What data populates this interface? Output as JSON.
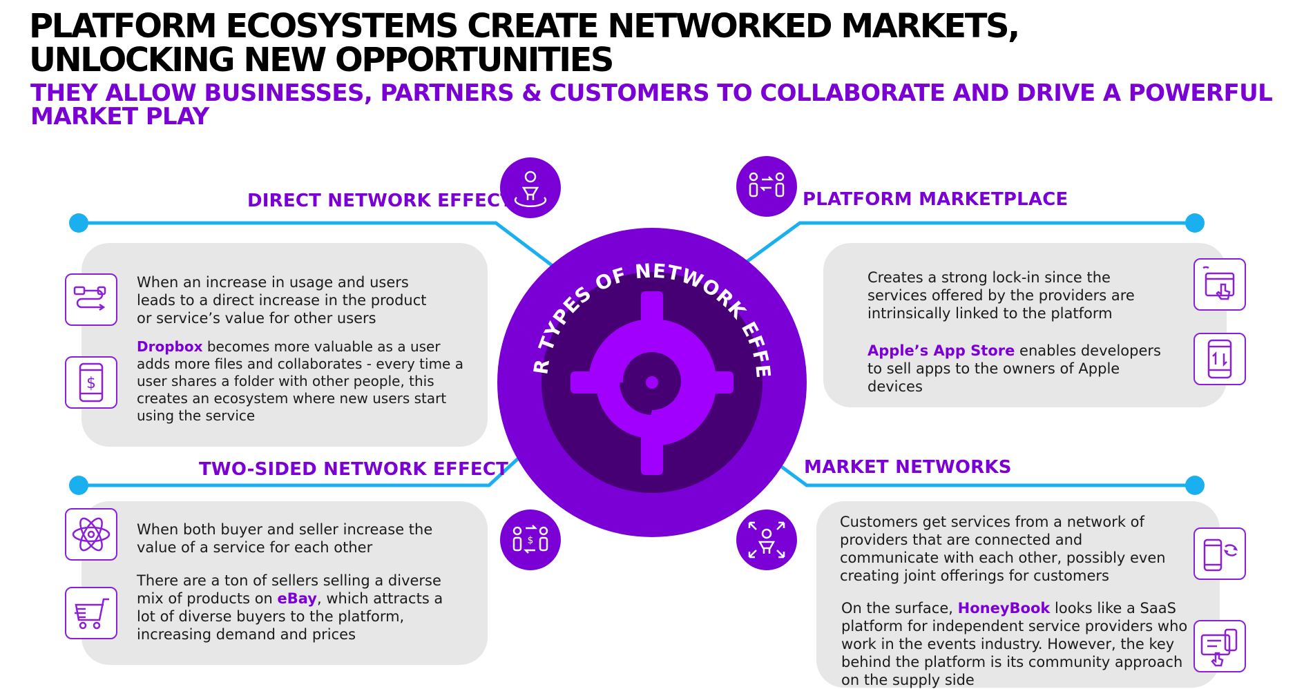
{
  "header": {
    "title_line1": "PLATFORM ECOSYSTEMS CREATE NETWORKED MARKETS,",
    "title_line2": "UNLOCKING NEW OPPORTUNITIES",
    "subtitle_line1": "THEY ALLOW BUSINESSES, PARTNERS & CUSTOMERS TO COLLABORATE AND DRIVE A POWERFUL",
    "subtitle_line2": "MARKET PLAY"
  },
  "center": {
    "label": "FOUR TYPES OF NETWORK EFFECTS"
  },
  "direct": {
    "heading": "DIRECT NETWORK EFFECT",
    "description_line1": "When an increase in usage and users",
    "description_line2": "leads to a direct increase in the product",
    "description_line3": "or service’s value for other users",
    "example_brand": "Dropbox",
    "example_line1_rest": " becomes more valuable as a user",
    "example_line2": "adds more files and collaborates - every time a",
    "example_line3": "user shares a folder with other people, this",
    "example_line4": "creates an ecosystem where new users start",
    "example_line5": "using the service"
  },
  "two_sided": {
    "heading": "TWO-SIDED NETWORK EFFECT",
    "description_line1": "When both buyer and seller increase the",
    "description_line2": "value of a service for each other",
    "example_line1": "There are a ton of sellers selling a diverse",
    "example_line2_pre": "mix of products on ",
    "example_brand": "eBay",
    "example_line2_post": ", which attracts a",
    "example_line3": "lot of diverse buyers to the platform,",
    "example_line4": "increasing demand and prices"
  },
  "marketplace": {
    "heading": "PLATFORM MARKETPLACE",
    "description_line1": "Creates a strong lock-in since the",
    "description_line2": "services offered by the providers are",
    "description_line3": "intrinsically linked to the platform",
    "example_brand": "Apple’s App Store",
    "example_line1_rest": " enables developers",
    "example_line2": "to sell apps to the owners of Apple",
    "example_line3": "devices"
  },
  "market_networks": {
    "heading": "MARKET NETWORKS",
    "description_line1": "Customers get services from a network of",
    "description_line2": "providers that are connected and",
    "description_line3": "communicate with each other, possibly even",
    "description_line4": "creating joint offerings for  customers",
    "example_line1_pre": "On the surface, ",
    "example_brand": "HoneyBook",
    "example_line1_post": " looks like a SaaS",
    "example_line2": "platform for independent service providers who",
    "example_line3": "work in the events industry. However, the key",
    "example_line4": "behind the platform is its community approach",
    "example_line5": "on the supply side"
  },
  "colors": {
    "accent_purple": "#7a00d6",
    "dark_purple": "#460073",
    "connector_blue": "#1ab0f0",
    "card_gray": "#e7e7e7"
  },
  "icons": {
    "direct_circle": "person-target-icon",
    "marketplace_circle": "people-exchange-icon",
    "two_sided_circle": "buyer-seller-exchange-icon",
    "market_networks_circle": "person-network-icon",
    "direct_box_1": "workflow-icon",
    "direct_box_2": "phone-dollar-icon",
    "two_sided_box_1": "atom-icon",
    "two_sided_box_2": "shopping-cart-icon",
    "marketplace_box_1": "tap-screen-icon",
    "marketplace_box_2": "phone-transfer-icon",
    "market_networks_box_1": "phone-sync-icon",
    "market_networks_box_2": "devices-icon"
  }
}
